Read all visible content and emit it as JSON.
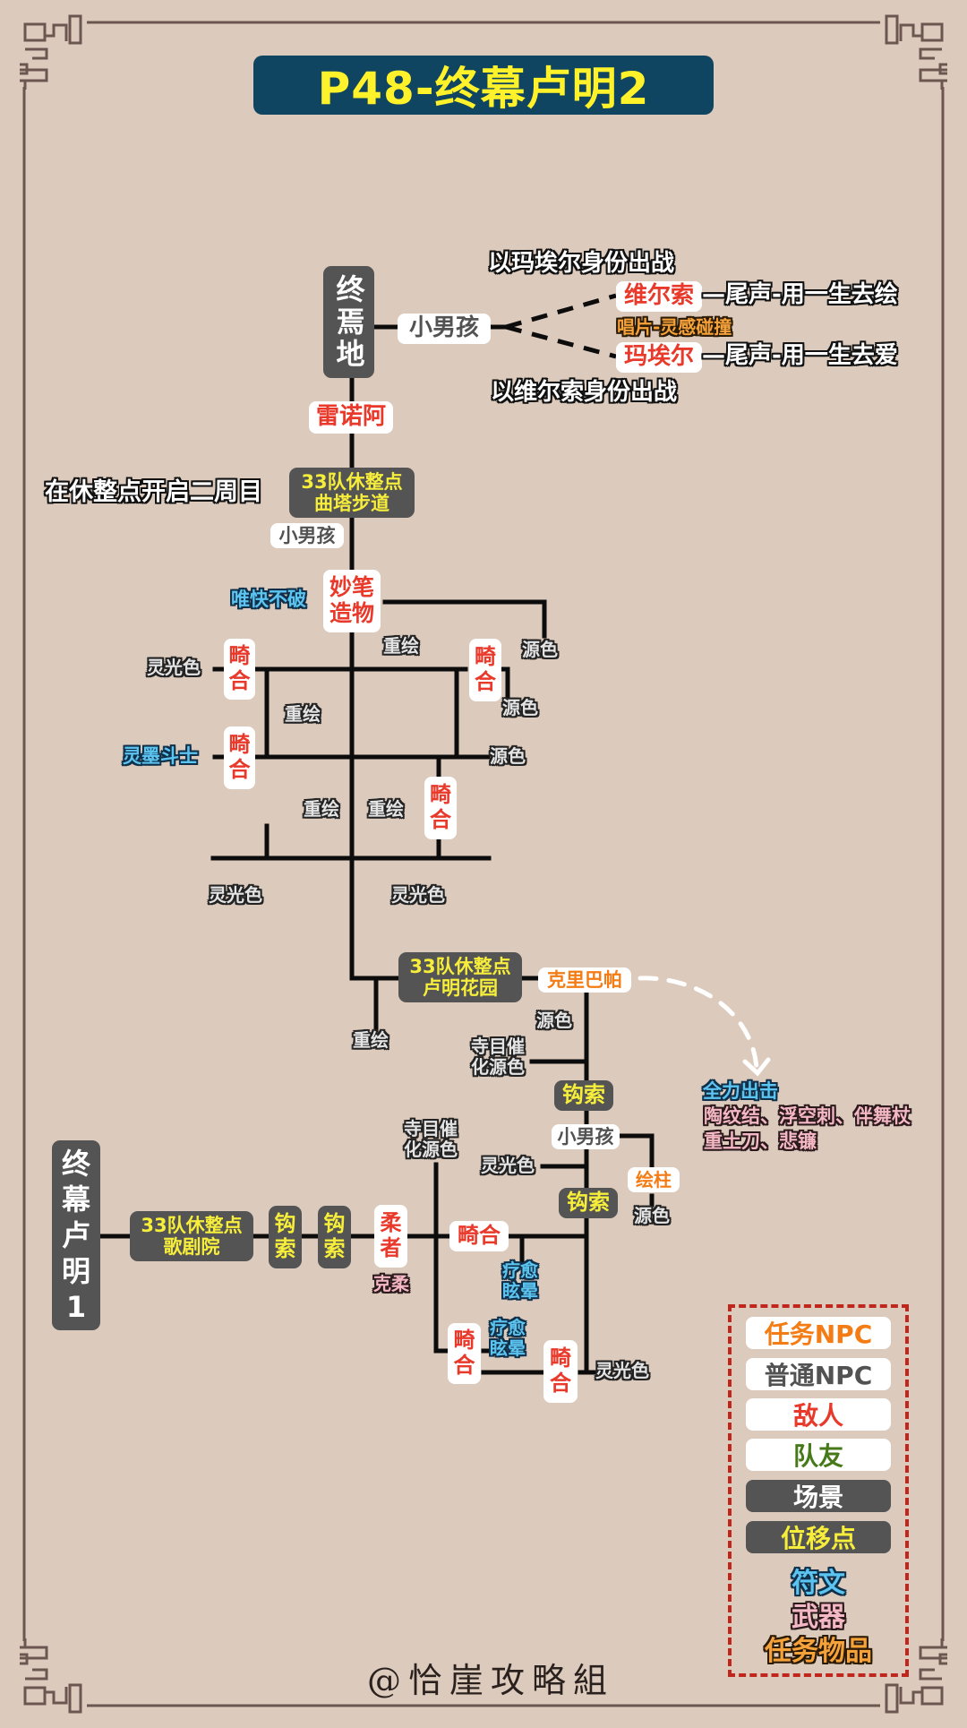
{
  "title": "P48-终幕卢明2",
  "top_section": {
    "scene_zhongyandi": "终焉地",
    "boy_1": "小男孩",
    "as_mayer": "以玛埃尔身份出战",
    "as_wilso": "以维尔索身份出战",
    "enemy_wilso": "维尔索",
    "enemy_mayer": "玛埃尔",
    "ending_wilso": "—尾声-用一生去绘",
    "ending_mayer": "—尾声-用一生去爱",
    "record": "唱片-灵感碰撞",
    "enemy_renoir": "雷诺阿",
    "new_game_plus_note": "在休整点开启二周目",
    "camp_quta": [
      "33队休整点",
      "曲塔步道"
    ],
    "boy_2": "小男孩"
  },
  "middle_section": {
    "enemy_miaobi": [
      "妙笔",
      "造物"
    ],
    "rune_weikuai": "唯快不破",
    "qihe": [
      "畸",
      "合"
    ],
    "chonghui": "重绘",
    "yuanse": "源色",
    "lingguangse": "灵光色",
    "rune_lingmo": "灵墨斗士"
  },
  "lower_section": {
    "camp_luming_garden": [
      "33队休整点",
      "卢明花园"
    ],
    "quest_kelibapa": "克里巴帕",
    "chonghui": "重绘",
    "yuanse": "源色",
    "catalyst": [
      "寺目催",
      "化源色"
    ],
    "hook_1": "钩索",
    "boy_3": "小男孩",
    "huizhu": "绘柱",
    "lingguangse": "灵光色",
    "hook_2": "钩索",
    "reward_title": "全力出击",
    "reward_weapons": [
      "陶纹结、浮空刺、伴舞杖",
      "重土刀、悲镰"
    ]
  },
  "bottom_section": {
    "scene_luming1": [
      "终",
      "幕",
      "卢",
      "明",
      "1"
    ],
    "camp_opera": [
      "33队休整点",
      "歌剧院"
    ],
    "hook": [
      "钩",
      "索"
    ],
    "enemy_rouzhe": [
      "柔",
      "者"
    ],
    "weapon_kerou": "克柔",
    "qihe_h": "畸合",
    "qihe_v": [
      "畸",
      "合"
    ],
    "rune_heal": [
      "疗愈",
      "眩晕"
    ],
    "lingguangse": "灵光色"
  },
  "legend": {
    "quest_npc": "任务NPC",
    "normal_npc": "普通NPC",
    "enemy": "敌人",
    "ally": "队友",
    "scene": "场景",
    "warp_point": "位移点",
    "rune": "符文",
    "weapon": "武器",
    "quest_item": "任务物品"
  },
  "watermark": "@恰崖攻略組",
  "colors": {
    "background": "#dccabc",
    "title_bg": "#0f4561",
    "title_text": "#fff22a",
    "enemy": "#e8392b",
    "quest_npc": "#f47c14",
    "normal_npc": "#525252",
    "ally": "#467a18",
    "dark_box": "#545454",
    "warp_text": "#f6ee3a",
    "rune": "#5cc4f0",
    "weapon": "#f4b8c4",
    "quest_item": "#f5a23a",
    "legend_border": "#c0261c"
  }
}
